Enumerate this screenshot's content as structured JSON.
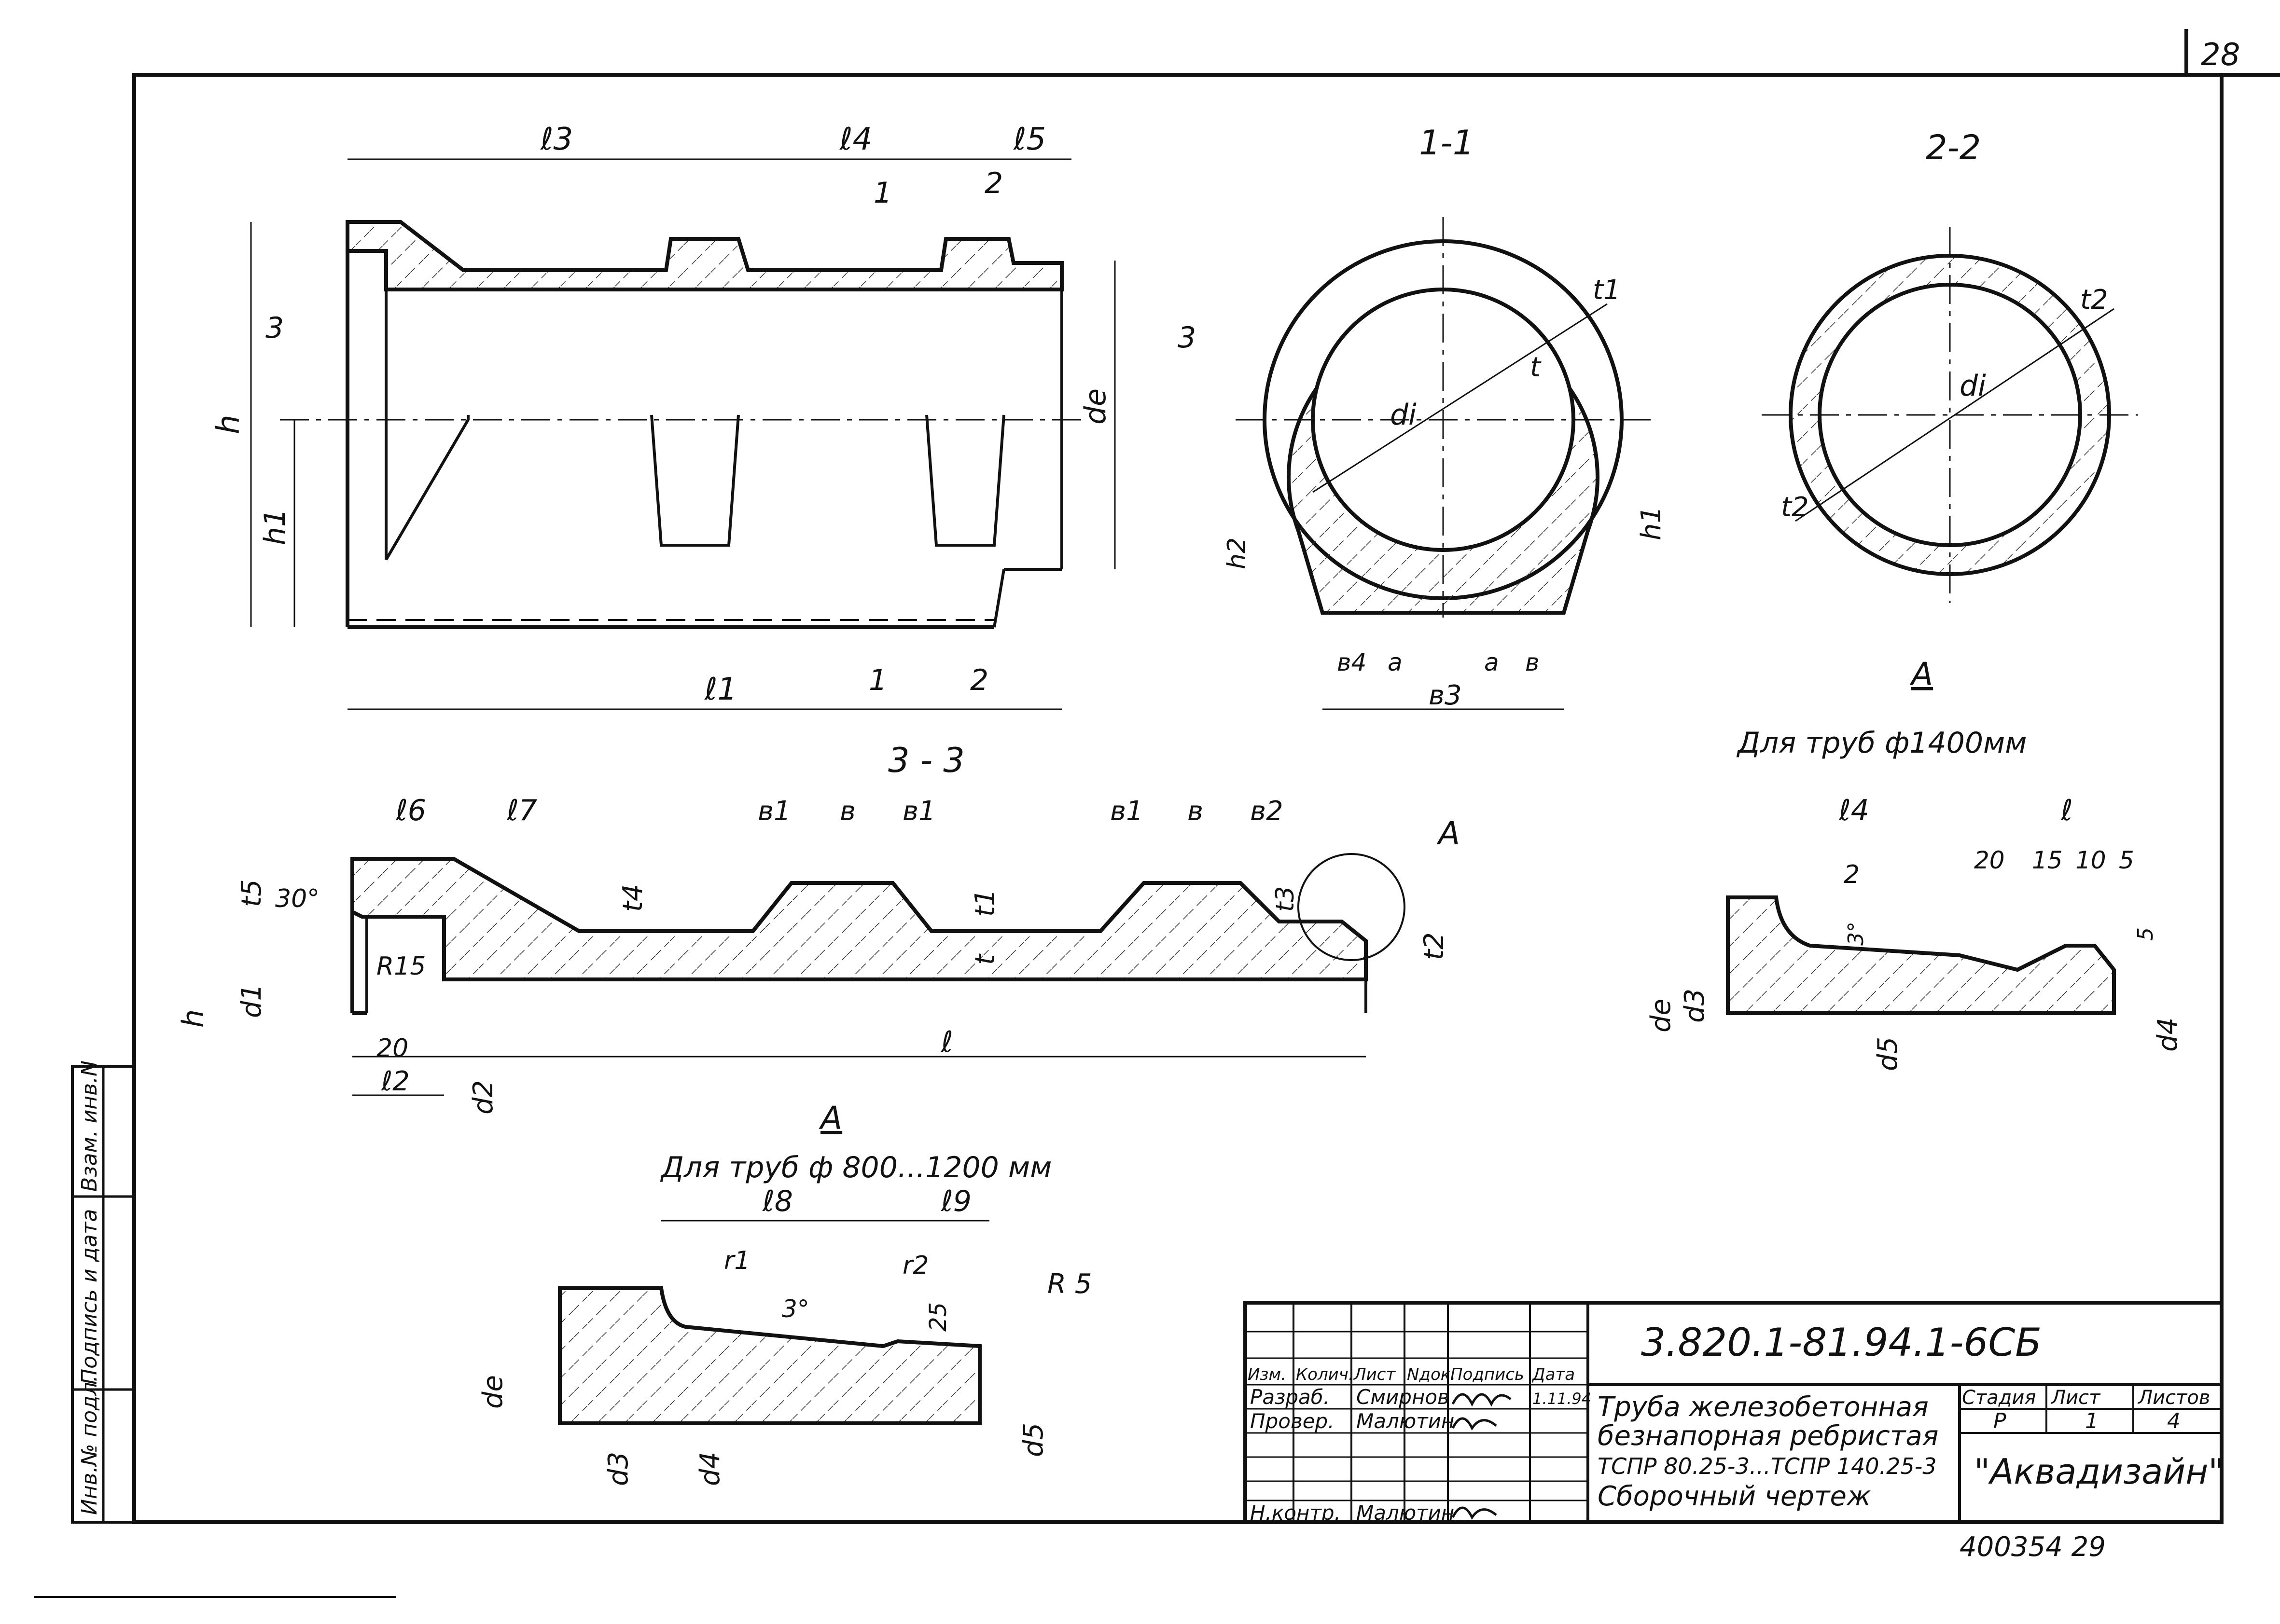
{
  "sheet": {
    "number": "28",
    "stamp": "400354 29"
  },
  "sections": {
    "s11": "1-1",
    "s22": "2-2",
    "s33": "3 - 3",
    "detail_a": "A",
    "detail_a_note_1400": "Для труб ф1400мм",
    "detail_a_note_800": "Для труб ф 800...1200 мм"
  },
  "dims": {
    "l1": "ℓ1",
    "l2": "ℓ2",
    "l3": "ℓ3",
    "l4": "ℓ4",
    "l5": "ℓ5",
    "l6": "ℓ6",
    "l7": "ℓ7",
    "l8": "ℓ8",
    "l9": "ℓ9",
    "l": "ℓ",
    "h": "h",
    "h1": "h1",
    "h2": "h2",
    "de": "de",
    "di": "di",
    "d1": "d1",
    "d2": "d2",
    "d3": "d3",
    "d4": "d4",
    "d5": "d5",
    "t": "t",
    "t1": "t1",
    "t2": "t2",
    "t3": "t3",
    "t4": "t4",
    "t5": "t5",
    "b": "в",
    "b1": "в1",
    "b2": "в2",
    "b3": "в3",
    "b4": "в4",
    "a": "a",
    "r15": "R15",
    "r5": "R 5",
    "v20": "20",
    "v15": "15",
    "v10": "10",
    "v5": "5",
    "v25": "25",
    "v2": "2",
    "deg30": "30°",
    "deg3": "3°",
    "r1": "r1",
    "r2": "r2",
    "cut1": "1",
    "cut2": "2",
    "cut3": "3"
  },
  "title_block": {
    "code": "3.820.1-81.94.1-6СБ",
    "title_lines": [
      "Труба железобетонная",
      "безнапорная ребристая",
      "ТСПР 80.25-3...ТСПР 140.25-3",
      "Сборочный чертеж"
    ],
    "headers": [
      "Изм.",
      "Колич.",
      "Лист",
      "Nдок.",
      "Подпись",
      "Дата"
    ],
    "rows": [
      {
        "role": "Разраб.",
        "name": "Смирнов",
        "date": "1.11.94"
      },
      {
        "role": "Провер.",
        "name": "Малютин",
        "date": ""
      },
      {
        "role": "Н.контр.",
        "name": "Малютин",
        "date": ""
      }
    ],
    "stage_label": "Стадия",
    "sheet_label": "Лист",
    "sheets_label": "Листов",
    "stage": "Р",
    "sheet": "1",
    "sheets": "4",
    "org": "\"Аквадизайн\""
  },
  "side_stamp": [
    "Инв.№ подл.",
    "Подпись и дата",
    "Взам. инв.N"
  ]
}
